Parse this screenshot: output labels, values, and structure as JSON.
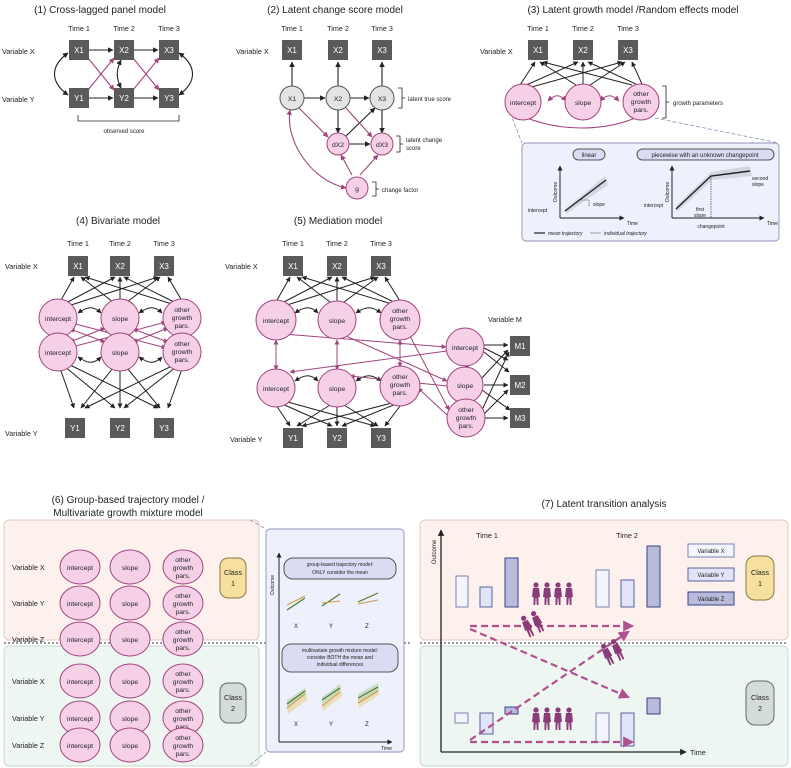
{
  "panels": {
    "p1": {
      "title": "(1) Cross-lagged panel model",
      "times": [
        "Time 1",
        "Time 2",
        "Time 3"
      ],
      "var_x": "Variable X",
      "var_y": "Variable Y",
      "x_nodes": [
        "X1",
        "X2",
        "X3"
      ],
      "y_nodes": [
        "Y1",
        "Y2",
        "Y3"
      ],
      "note": "observed score"
    },
    "p2": {
      "title": "(2) Latent change score model",
      "times": [
        "Time 1",
        "Time 2",
        "Time 3"
      ],
      "var_x": "Variable X",
      "obs_nodes": [
        "X1",
        "X2",
        "X3"
      ],
      "latent_nodes": [
        "X1",
        "X2",
        "X3"
      ],
      "change_nodes": [
        "dX2",
        "dX3"
      ],
      "factor": "g",
      "note_true": "latent true score",
      "note_change_1": "latent change",
      "note_change_2": "score",
      "note_factor": "change factor"
    },
    "p3": {
      "title": "(3) Latent growth model /Random effects model",
      "times": [
        "Time 1",
        "Time 2",
        "Time 3"
      ],
      "var_x": "Variable X",
      "x_nodes": [
        "X1",
        "X2",
        "X3"
      ],
      "growth": [
        "intercept",
        "slope",
        "other",
        "growth",
        "pars."
      ],
      "note": "growth parameters",
      "inset": {
        "tag_linear": "linear",
        "tag_piecewise": "piecewise with an unknown changepoint",
        "y_axis": "Outcome",
        "x_axis": "Time",
        "intercept": "intercept",
        "slope": "slope",
        "second_slope_1": "second",
        "second_slope_2": "slope",
        "first_slope_1": "first",
        "first_slope_2": "slope",
        "changepoint": "changepoint",
        "legend_mean": "mean trajectory",
        "legend_indiv": "individual trajectory"
      }
    },
    "p4": {
      "title": "(4) Bivariate model",
      "times": [
        "Time 1",
        "Time 2",
        "Time 3"
      ],
      "var_x": "Variable X",
      "var_y": "Variable Y",
      "x_nodes": [
        "X1",
        "X2",
        "X3"
      ],
      "y_nodes": [
        "Y1",
        "Y2",
        "Y3"
      ],
      "growth": [
        "intercept",
        "slope",
        "other",
        "growth",
        "pars."
      ]
    },
    "p5": {
      "title": "(5) Mediation model",
      "times": [
        "Time 1",
        "Time 2",
        "Time 3"
      ],
      "var_x": "Variable X",
      "var_y": "Variable Y",
      "var_m": "Variable M",
      "x_nodes": [
        "X1",
        "X2",
        "X3"
      ],
      "y_nodes": [
        "Y1",
        "Y2",
        "Y3"
      ],
      "m_nodes": [
        "M1",
        "M2",
        "M3"
      ],
      "growth": [
        "intercept",
        "slope",
        "other",
        "growth",
        "pars."
      ]
    },
    "p6": {
      "title_1": "(6) Group-based trajectory model /",
      "title_2": "Multivariate growth mixture model",
      "vars": [
        "Variable X",
        "Variable Y",
        "Variable Z"
      ],
      "growth": [
        "intercept",
        "slope",
        "other",
        "growth",
        "pars."
      ],
      "class1": [
        "Class",
        "1"
      ],
      "class2": [
        "Class",
        "2"
      ],
      "inset": {
        "box1_1": "group-based trajectory model:",
        "box1_2": "ONLY consider the mean",
        "box2_1": "multivariate growth mixture model:",
        "box2_2": "consider BOTH the mean and",
        "box2_3": "individual differences",
        "y_axis": "Outcome",
        "x_axis": "Time",
        "xs": [
          "X",
          "Y",
          "Z"
        ]
      }
    },
    "p7": {
      "title": "(7) Latent transition analysis",
      "y_axis": "Outcome",
      "x_axis": "Time",
      "time1": "Time 1",
      "time2": "Time 2",
      "legend": [
        "Variable X",
        "Variable Y",
        "Variable Z"
      ],
      "class1": [
        "Class",
        "1"
      ],
      "class2": [
        "Class",
        "2"
      ]
    }
  },
  "colors": {
    "node_box": "#5a5a5a",
    "pink": "#f5d0e6",
    "pink_stroke": "#a0457e",
    "arrow_pink": "#a0457e",
    "panel6_top": "#fdf1ee",
    "panel6_bottom": "#eef6f2",
    "inset_blue": "#eef0fb",
    "class1": "#f7dfa0",
    "class2": "#d4dcd8"
  }
}
